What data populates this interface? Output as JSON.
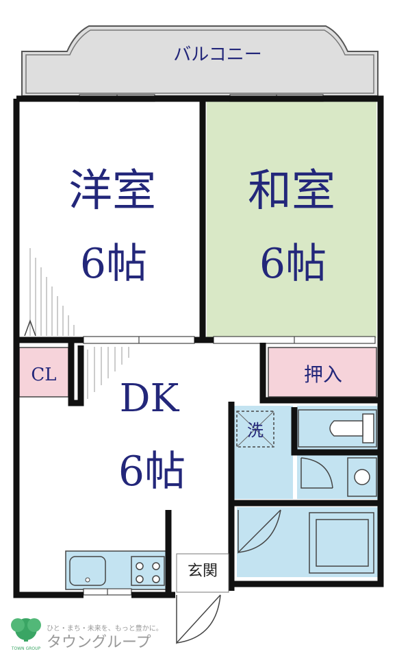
{
  "rooms": {
    "balcony": "バルコニー",
    "western_room_name": "洋室",
    "western_room_size": "6帖",
    "japanese_room_name": "和室",
    "japanese_room_size": "6帖",
    "closet": "CL",
    "oshiire": "押入",
    "dk_name": "DK",
    "dk_size": "6帖",
    "entrance": "玄関",
    "washer": "洗"
  },
  "logo": {
    "tagline": "ひと・まち・未来を、もっと豊かに。",
    "name": "タウングループ",
    "mark_text": "TOWN GROUP"
  },
  "colors": {
    "japanese_room": "#d9e8c6",
    "closet_pink": "#f6d3da",
    "bath_blue": "#c3e3f1",
    "kitchen_blue": "#c3e3f1",
    "balcony_gray": "#dedede",
    "label_navy": "#23277a",
    "wall": "#111111",
    "logo_green": "#3aa564"
  }
}
